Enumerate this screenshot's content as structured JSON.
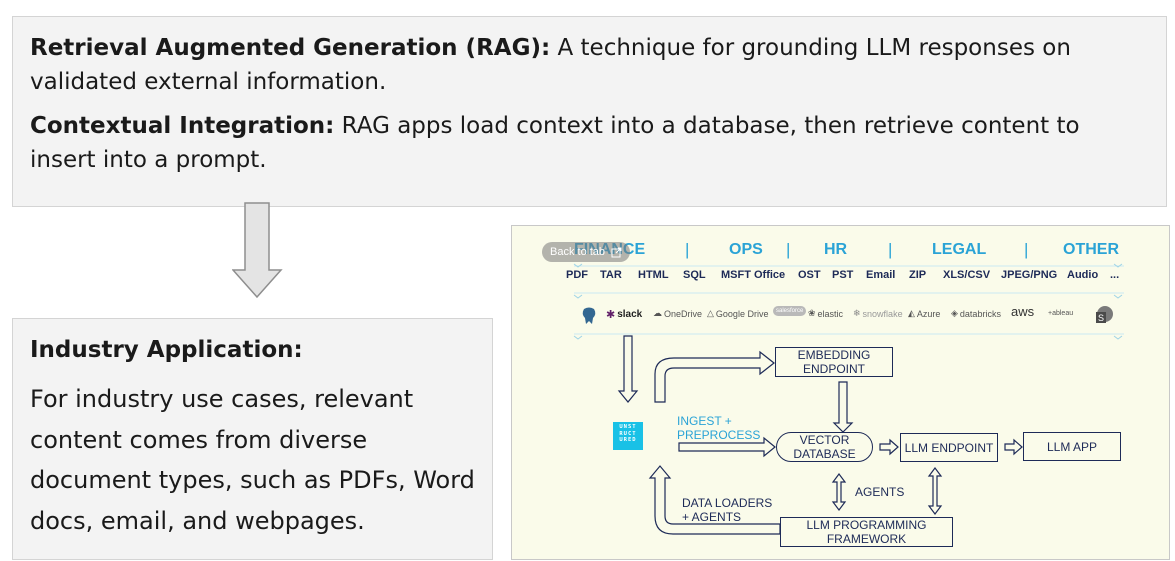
{
  "top": {
    "rag_term": "Retrieval Augmented Generation (RAG):",
    "rag_def": " A technique for grounding LLM responses on validated external information.",
    "ci_term": "Contextual Integration:",
    "ci_def": " RAG apps load context into a database, then retrieve content to insert into a prompt."
  },
  "industry": {
    "title": "Industry Application:",
    "body": "For industry use cases, relevant content comes from diverse document types, such as PDFs, Word docs, email, and webpages."
  },
  "diagram": {
    "departments": [
      "FINANCE",
      "OPS",
      "HR",
      "LEGAL",
      "OTHER"
    ],
    "file_types": [
      "PDF",
      "TAR",
      "HTML",
      "SQL",
      "MSFT Office",
      "OST",
      "PST",
      "Email",
      "ZIP",
      "XLS/CSV",
      "JPEG/PNG",
      "Audio",
      "..."
    ],
    "sources": [
      "slack",
      "OneDrive",
      "Google Drive",
      "salesforce",
      "elastic",
      "snowflake",
      "Azure",
      "databricks",
      "aws",
      "+ableau"
    ],
    "back_to_tab": "Back to tab",
    "logo_text": "UNST RUCT URED",
    "nodes": {
      "embedding": "EMBEDDING ENDPOINT",
      "vector_db": "VECTOR DATABASE",
      "llm_endpoint": "LLM ENDPOINT",
      "llm_app": "LLM APP",
      "framework": "LLM PROGRAMMING FRAMEWORK"
    },
    "labels": {
      "ingest": "INGEST + PREPROCESS",
      "agents": "AGENTS",
      "loaders": "DATA LOADERS + AGENTS"
    },
    "colors": {
      "dept_blue": "#2aa3d6",
      "navy": "#1d2a57",
      "panel_bg": "#fafbea",
      "logo_cyan": "#19c1e6"
    }
  }
}
